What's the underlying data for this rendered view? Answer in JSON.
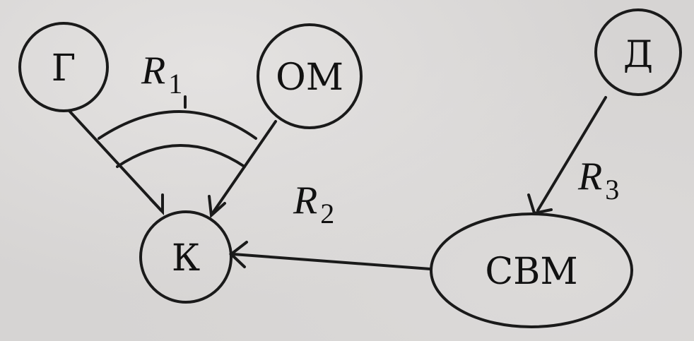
{
  "nodes": {
    "g": "Г",
    "om": "ОМ",
    "d": "Д",
    "k": "К",
    "svm": "СВМ"
  },
  "edges": {
    "r1": {
      "letter": "R",
      "index": "1"
    },
    "r2": {
      "letter": "R",
      "index": "2"
    },
    "r3": {
      "letter": "R",
      "index": "3"
    }
  }
}
